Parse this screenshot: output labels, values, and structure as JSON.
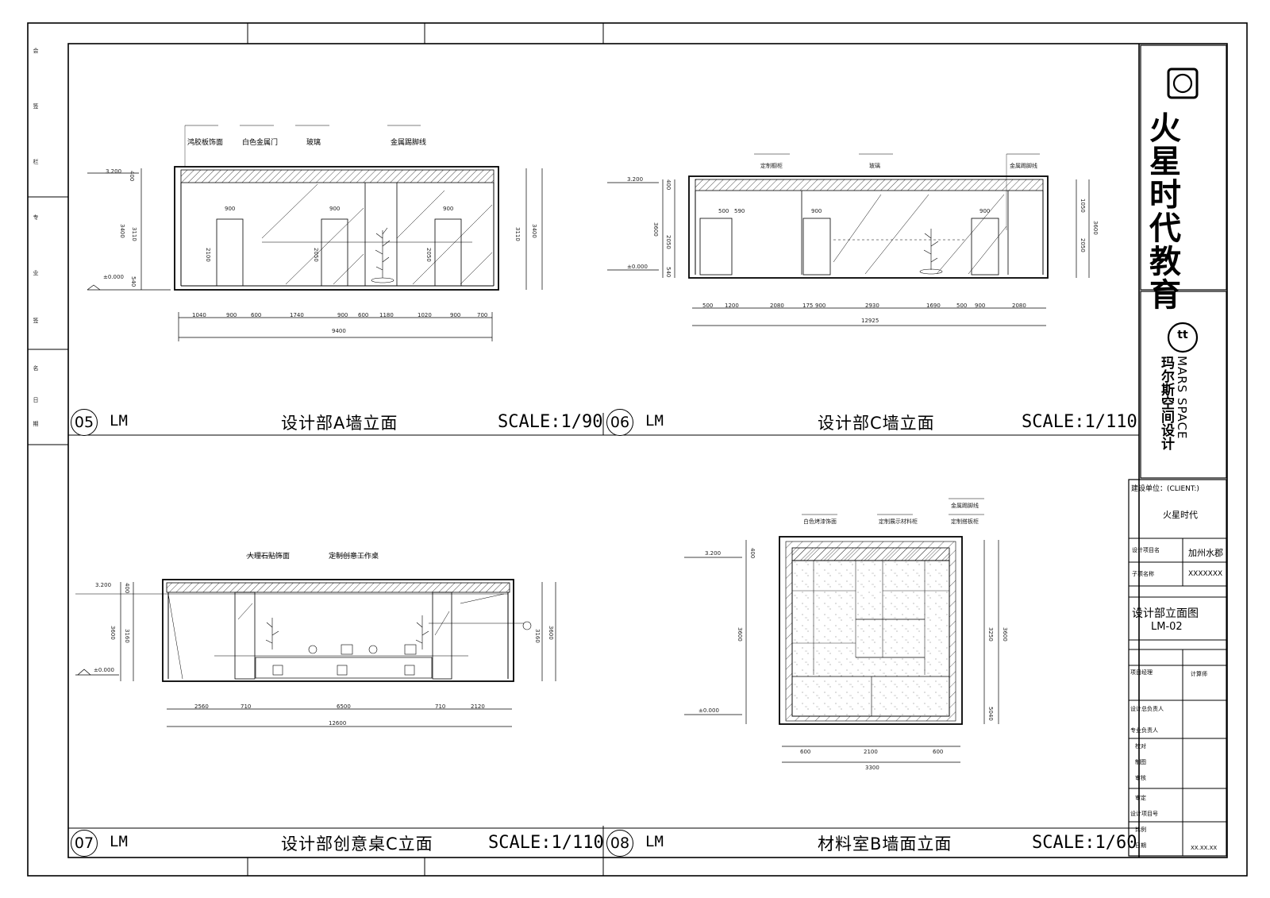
{
  "brand": {
    "company_name": "火星时代教育",
    "designer_en": "MARS SPACE",
    "designer_cn": "玛尔斯空间设计",
    "logo_mark": "tt"
  },
  "panels": [
    {
      "number": "05",
      "code": "LM",
      "title": "设计部A墙立面",
      "scale": "SCALE:1/90"
    },
    {
      "number": "06",
      "code": "LM",
      "title": "设计部C墙立面",
      "scale": "SCALE:1/110"
    },
    {
      "number": "07",
      "code": "LM",
      "title": "设计部创意桌C立面",
      "scale": "SCALE:1/110"
    },
    {
      "number": "08",
      "code": "LM",
      "title": "材料室B墙面立面",
      "scale": "SCALE:1/60"
    }
  ],
  "drawing_a": {
    "callouts": [
      "鸿胶板饰面",
      "白色金属门",
      "玻璃",
      "金属踢脚线"
    ],
    "levels": [
      "3.200",
      "±0.000"
    ],
    "heights": [
      "400",
      "3400",
      "3110",
      "3400",
      "3110",
      "540"
    ],
    "door_widths": [
      "900",
      "900",
      "900"
    ],
    "door_heights": [
      "2100",
      "2050",
      "2050"
    ],
    "bottom_dims": [
      "1040",
      "900",
      "600",
      "1740",
      "900",
      "600",
      "1180",
      "1020",
      "900",
      "700"
    ],
    "total": "9400"
  },
  "drawing_c": {
    "callouts": [
      "定制橱柜",
      "玻璃",
      "金属踢脚线"
    ],
    "levels": [
      "3.200",
      "±0.000"
    ],
    "heights": [
      "400",
      "3600",
      "2050",
      "540",
      "1050",
      "3600",
      "2050"
    ],
    "top_dims": [
      "500",
      "590",
      "900",
      "900"
    ],
    "bottom_dims": [
      "500",
      "1200",
      "2080",
      "175",
      "900",
      "2930",
      "1690",
      "500",
      "900",
      "2080"
    ],
    "total": "12925"
  },
  "drawing_creative": {
    "callouts": [
      "大理石贴饰面",
      "定制创意工作桌"
    ],
    "levels": [
      "3.200",
      "±0.000"
    ],
    "heights": [
      "400",
      "3600",
      "3160",
      "3600",
      "3160"
    ],
    "bottom_dims": [
      "2560",
      "710",
      "6500",
      "710",
      "2120"
    ],
    "total": "12600"
  },
  "drawing_material": {
    "callouts": [
      "白色烤漆饰面",
      "定制展示材料柜",
      "金属踢脚线",
      "定制搭板柜"
    ],
    "levels": [
      "3.200",
      "±0.000"
    ],
    "heights": [
      "400",
      "3600",
      "3250",
      "3600",
      "5040"
    ],
    "bottom_dims": [
      "600",
      "2100",
      "600"
    ],
    "total": "3300"
  },
  "title_block": {
    "client_label": "建设单位：(CLIENT:)",
    "client_value": "火星时代",
    "project_label": "设计项目名",
    "project_value": "加州水郡",
    "number_label": "子项名称",
    "number_value": "XXXXXXX",
    "drawing_title": "设计部立面图",
    "drawing_code": "LM-02",
    "manager_label": "项目经理",
    "manager_value": "计算师",
    "rows": [
      "设计总负责人",
      "专业负责人",
      "校对",
      "制图",
      "审核",
      "审定",
      "设计项目号",
      "比例",
      "日期"
    ],
    "date_value": "XX.XX.XX"
  },
  "left_strip": [
    "会",
    "签",
    "栏",
    "专",
    "业",
    "签",
    "名",
    "日",
    "期"
  ]
}
